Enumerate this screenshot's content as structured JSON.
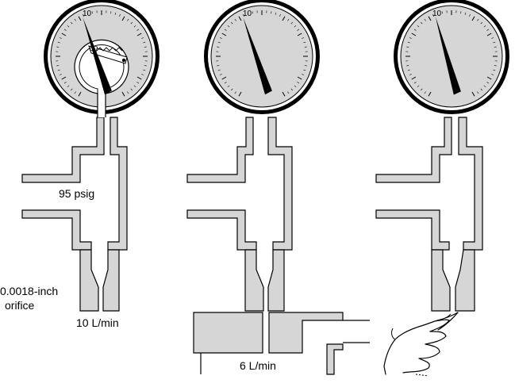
{
  "gauges": [
    {
      "id": "left",
      "scale_label": "10",
      "needle_angle_deg": 28
    },
    {
      "id": "middle",
      "scale_label": "10",
      "needle_angle_deg": 28
    },
    {
      "id": "right",
      "scale_label": "10",
      "needle_angle_deg": 24
    }
  ],
  "labels": {
    "pressure": "95 psig",
    "orifice_line1": "0.0018-inch",
    "orifice_line2": "orifice",
    "flow_left": "10 L/min",
    "flow_middle": "6 L/min"
  },
  "colors": {
    "metal": "#d6d6d6",
    "outline": "#000000"
  },
  "icons": [
    "bourdon-tube-icon",
    "hand-pointing-icon"
  ]
}
